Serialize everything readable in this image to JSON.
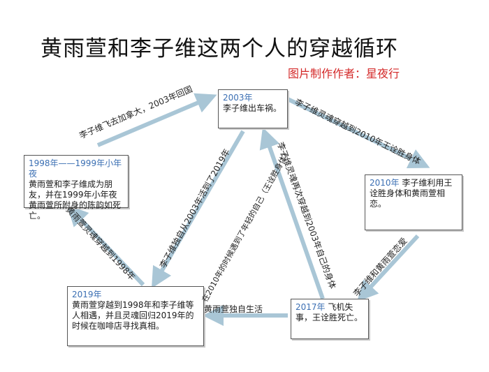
{
  "title": "黄雨萱和李子维这两个人的穿越循环",
  "author": "图片制作作者：星夜行",
  "nodes": {
    "n2003": {
      "year": "2003年",
      "text": "李子维出车祸。"
    },
    "n1998": {
      "year": "1998年——1999年小年夜",
      "text": "黄雨萱和李子维成为朋友，并在1999年小年夜黄雨萱所附身的陈韵如死亡。"
    },
    "n2010": {
      "year": "2010年",
      "text": "李子维利用王诠胜身体和黄雨萱相恋。"
    },
    "n2019": {
      "year": "2019年",
      "text": "黄雨萱穿越到1998年和李子维等人相遇，并且灵魂回归2019年的时候在咖啡店寻找真相。"
    },
    "n2017": {
      "year": "2017年",
      "text": "飞机失事，王诠胜死亡。"
    }
  },
  "edges": {
    "e1": "李子维飞去加拿大，2003年回国",
    "e2": "李子维灵魂穿越到2010年王诠胜身体",
    "e3": "黄雨萱灵魂穿越到1998年",
    "e4": "李子维独自从2003年活到了2019年",
    "e5": "在2010年的时候遇到了年轻的自己（王诠胜身体）",
    "e6": "李子维灵魂再次穿越到2003年自己的身体",
    "e7": "李子维和黄雨萱恋爱",
    "e8": "黄雨萱独自生活"
  },
  "colors": {
    "arrow": "#a9c6d6",
    "year": "#3b6fb3",
    "author": "#d42a2a"
  }
}
